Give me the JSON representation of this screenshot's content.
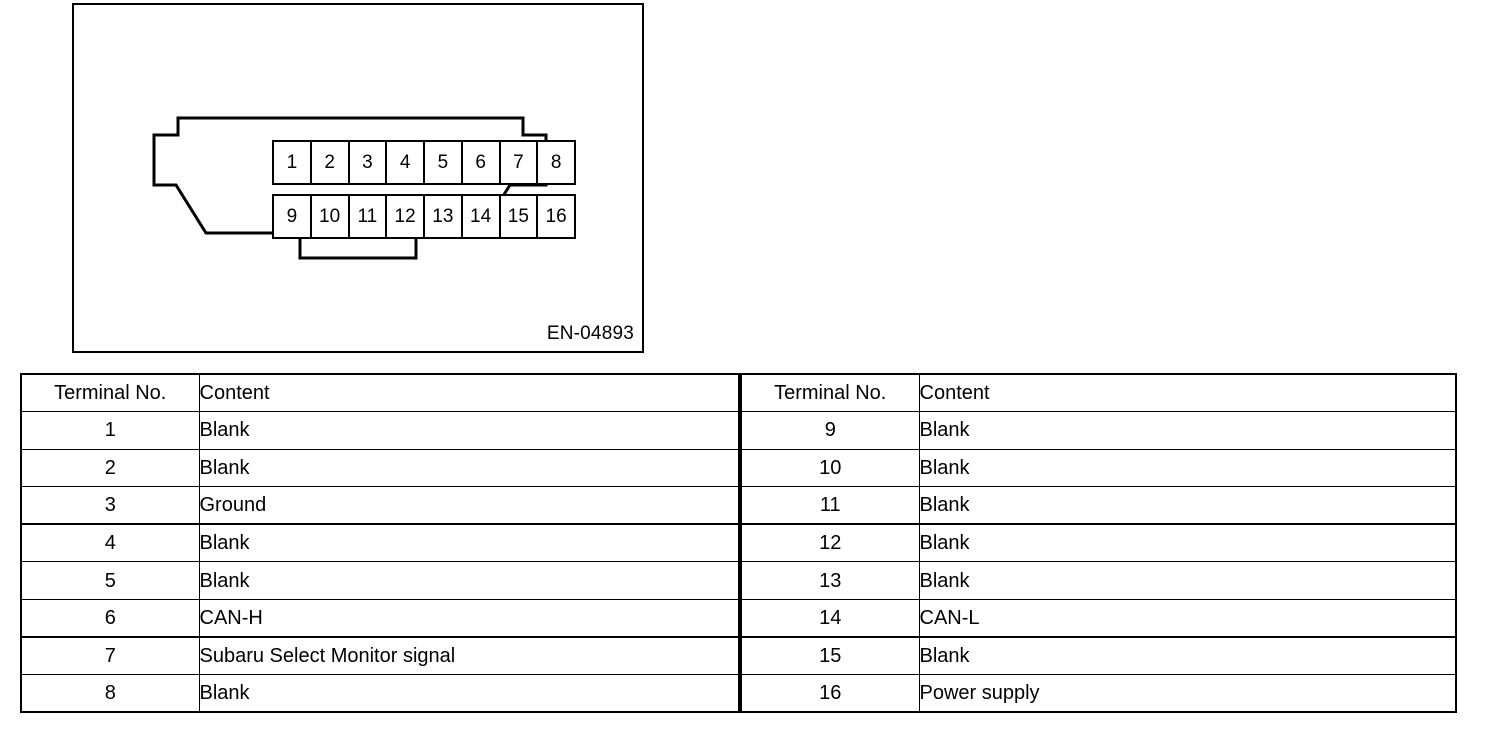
{
  "figure": {
    "code_label": "EN-04893",
    "connector_name": "data-link-connector",
    "pin_rows": [
      [
        "1",
        "2",
        "3",
        "4",
        "5",
        "6",
        "7",
        "8"
      ],
      [
        "9",
        "10",
        "11",
        "12",
        "13",
        "14",
        "15",
        "16"
      ]
    ]
  },
  "tables": {
    "headers": {
      "terminal": "Terminal No.",
      "content": "Content"
    },
    "left": {
      "rows": [
        {
          "terminal": "1",
          "content": "Blank"
        },
        {
          "terminal": "2",
          "content": "Blank"
        },
        {
          "terminal": "3",
          "content": "Ground"
        },
        {
          "terminal": "4",
          "content": "Blank"
        },
        {
          "terminal": "5",
          "content": "Blank"
        },
        {
          "terminal": "6",
          "content": "CAN-H"
        },
        {
          "terminal": "7",
          "content": "Subaru Select Monitor signal"
        },
        {
          "terminal": "8",
          "content": "Blank"
        }
      ]
    },
    "right": {
      "rows": [
        {
          "terminal": "9",
          "content": "Blank"
        },
        {
          "terminal": "10",
          "content": "Blank"
        },
        {
          "terminal": "11",
          "content": "Blank"
        },
        {
          "terminal": "12",
          "content": "Blank"
        },
        {
          "terminal": "13",
          "content": "Blank"
        },
        {
          "terminal": "14",
          "content": "CAN-L"
        },
        {
          "terminal": "15",
          "content": "Blank"
        },
        {
          "terminal": "16",
          "content": "Power supply"
        }
      ]
    }
  },
  "colors": {
    "ink": "#000000",
    "paper": "#ffffff"
  }
}
